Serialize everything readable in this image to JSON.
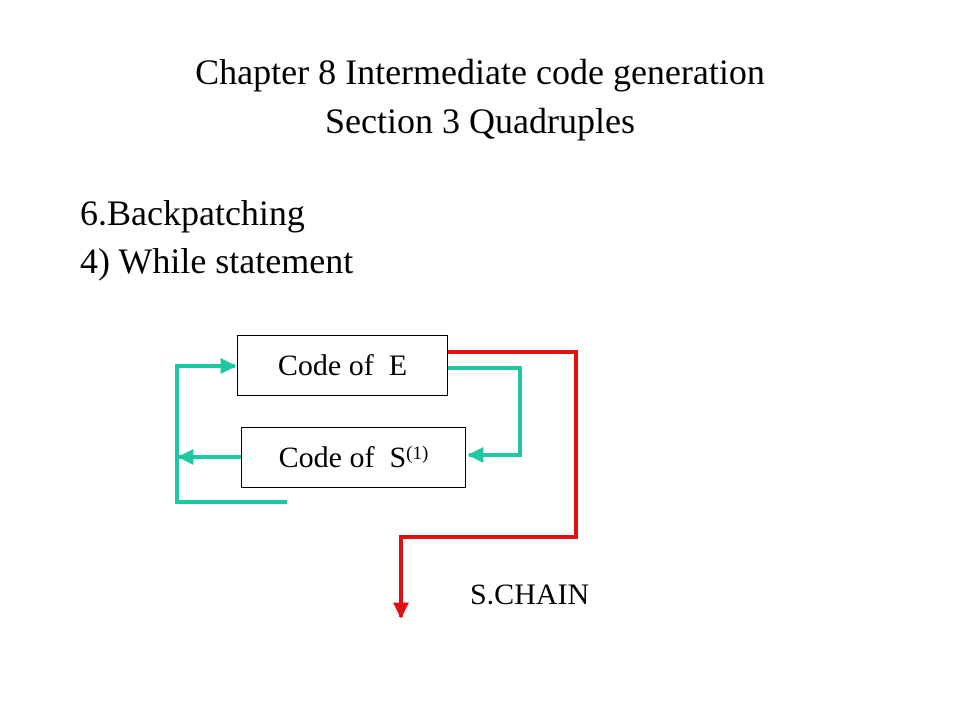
{
  "title": {
    "line1": "Chapter 8 Intermediate code generation",
    "line2": "Section 3 Quadruples"
  },
  "heading": {
    "line1": "6.Backpatching",
    "line2": "4) While statement"
  },
  "diagram": {
    "box_e": {
      "label": "Code of  E"
    },
    "box_s": {
      "label": "Code of  S",
      "superscript": "(1)"
    },
    "exit_label": "S.CHAIN",
    "colors": {
      "loop_arrow": "#1ec8a0",
      "exit_arrow": "#e01010",
      "box_border": "#000000"
    }
  }
}
